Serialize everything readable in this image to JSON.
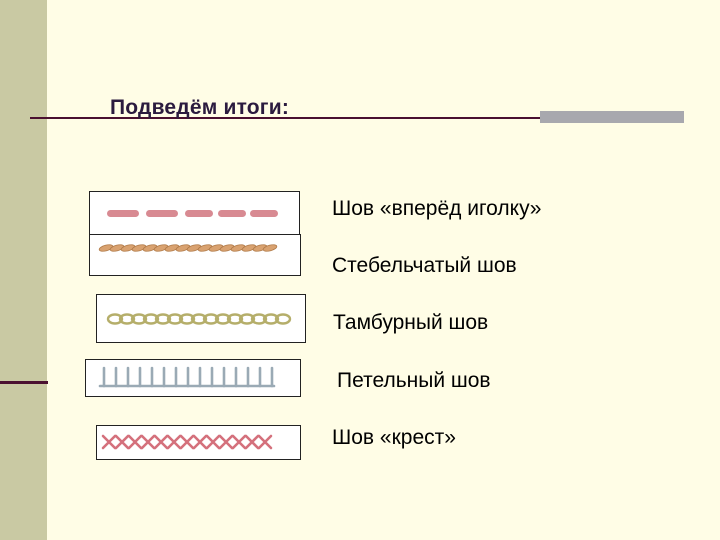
{
  "title": "Подведём итоги:",
  "stitches": [
    {
      "label": "Шов «вперёд иголку»",
      "icon": "running-stitch"
    },
    {
      "label": "Стебельчатый шов",
      "icon": "stem-stitch"
    },
    {
      "label": "Тамбурный шов",
      "icon": "chain-stitch"
    },
    {
      "label": "Петельный шов",
      "icon": "blanket-stitch"
    },
    {
      "label": "Шов «крест»",
      "icon": "cross-stitch"
    }
  ],
  "colors": {
    "background": "#fffde6",
    "sidebar": "#c9c9a3",
    "accent_line": "#4a1030",
    "title_bar": "#a8a8ae",
    "running": "#d88a92",
    "stem": "#d9a270",
    "chain": "#c9c486",
    "blanket": "#a9b8c2",
    "cross": "#d4707c"
  }
}
